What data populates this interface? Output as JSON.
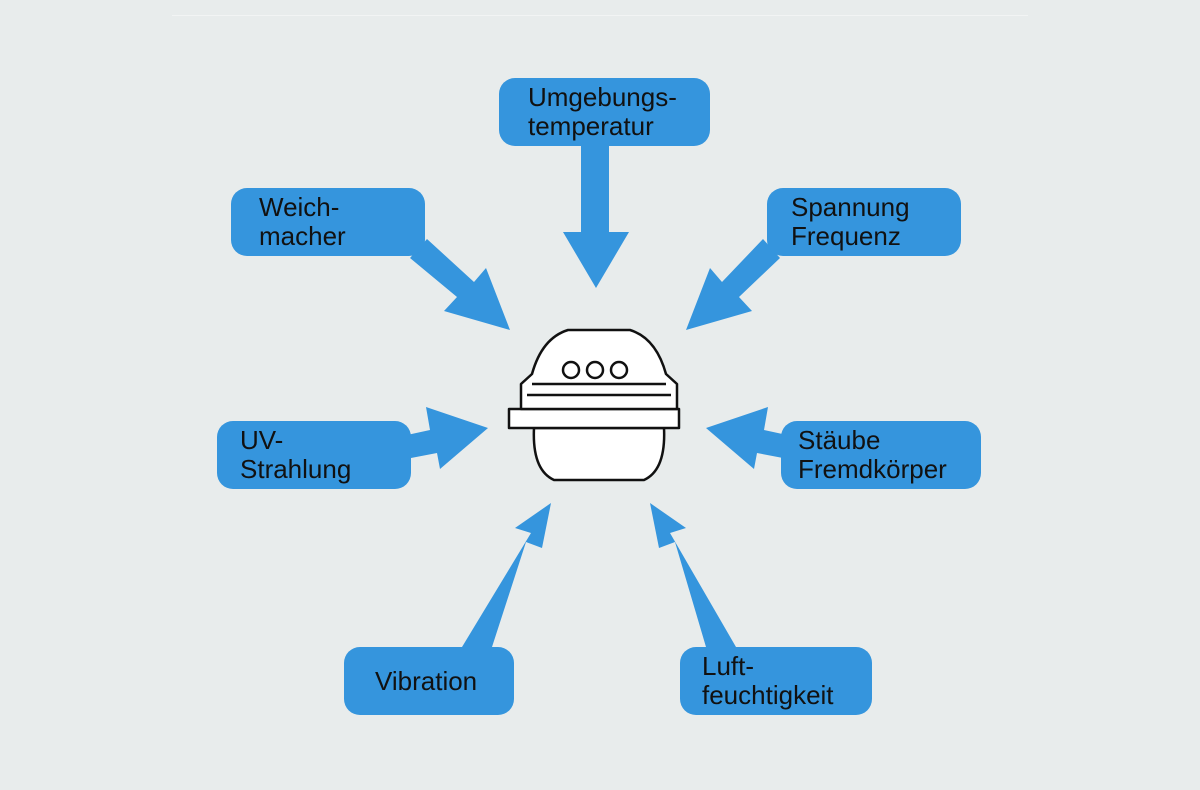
{
  "colors": {
    "background": "#e8ecec",
    "accent": "#3595dd",
    "text": "#111111",
    "device_outline": "#111111",
    "device_fill": "#ffffff"
  },
  "labels": {
    "umgebungstemperatur": [
      "Umgebungs-",
      "temperatur"
    ],
    "weichmacher": [
      "Weich-",
      "macher"
    ],
    "spannung_frequenz": [
      "Spannung",
      "Frequenz"
    ],
    "uv_strahlung": [
      "UV-",
      "Strahlung"
    ],
    "staube_fremdkoerper": [
      "Stäube",
      "Fremdkörper"
    ],
    "vibration": [
      "Vibration"
    ],
    "luftfeuchtigkeit": [
      "Luft-",
      "feuchtigkeit"
    ]
  },
  "center_device": {
    "icon": "sensor-housing-icon",
    "indicator_count": 3
  }
}
